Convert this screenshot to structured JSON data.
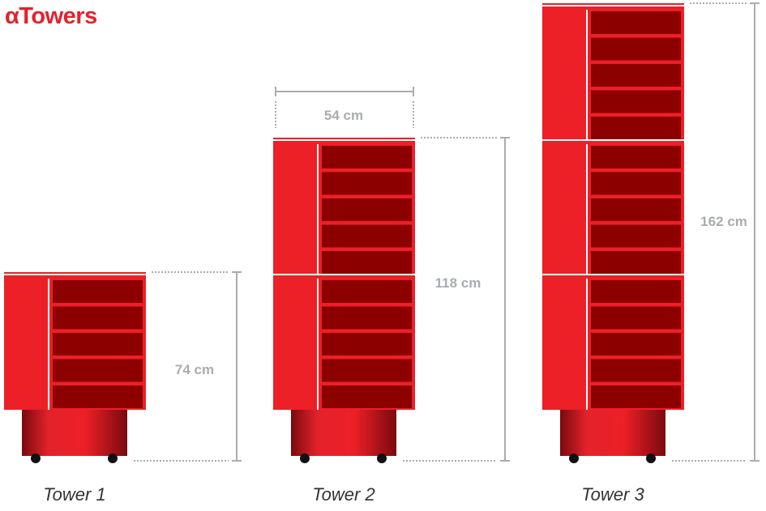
{
  "brand": {
    "title": "αTowers"
  },
  "colors": {
    "red": "#ed1f27",
    "dark_red": "#8c0000",
    "grey": "#a9adb0",
    "black": "#111111"
  },
  "towers": [
    {
      "label": "Tower 1",
      "modules": 1,
      "height": "74 cm"
    },
    {
      "label": "Tower 2",
      "modules": 2,
      "height": "118 cm",
      "width": "54 cm"
    },
    {
      "label": "Tower 3",
      "modules": 3,
      "height": "162 cm"
    }
  ]
}
